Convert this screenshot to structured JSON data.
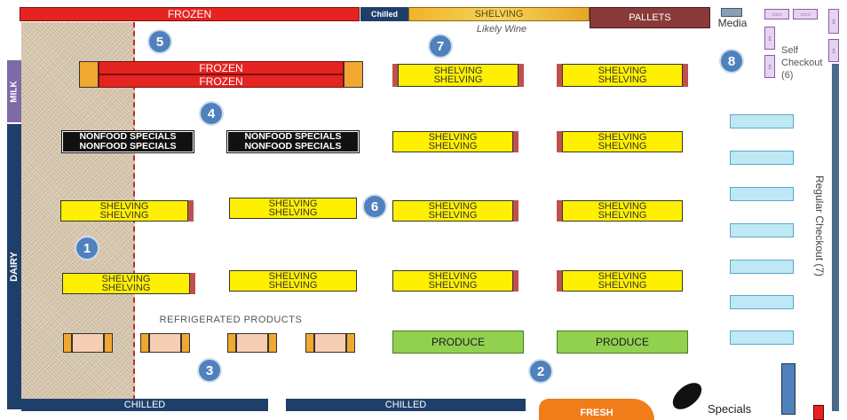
{
  "labels": {
    "frozen_top": "FROZEN",
    "chilled_top": "Chilled",
    "shelving_top": "SHELVING",
    "likely_wine": "Likely Wine",
    "pallets": "PALLETS",
    "media": "Media",
    "frozen": "FROZEN",
    "shelving": "SHELVING",
    "nonfood_specials": "NONFOOD SPECIALS",
    "refrigerated_products": "REFRIGERATED PRODUCTS",
    "produce": "PRODUCE",
    "chilled": "CHILLED",
    "fresh": "FRESH",
    "specials": "Specials",
    "milk": "MILK",
    "dairy": "DAIRY",
    "self_checkout": "Self Checkout (6)",
    "regular_checkout": "Regular Checkout (7)"
  },
  "markers": [
    "1",
    "2",
    "3",
    "4",
    "5",
    "6",
    "7",
    "8"
  ],
  "colors": {
    "frozen": "#e52421",
    "shelving": "#ffef00",
    "endcap": "#c0504d",
    "navy": "#1f3f6b",
    "produce": "#92d050",
    "marker": "#4f81bd",
    "fresh": "#f07c1a",
    "pallets": "#8b3a3a",
    "checkout": "#bfe8f5",
    "self_checkout": "#e6d3f2"
  }
}
